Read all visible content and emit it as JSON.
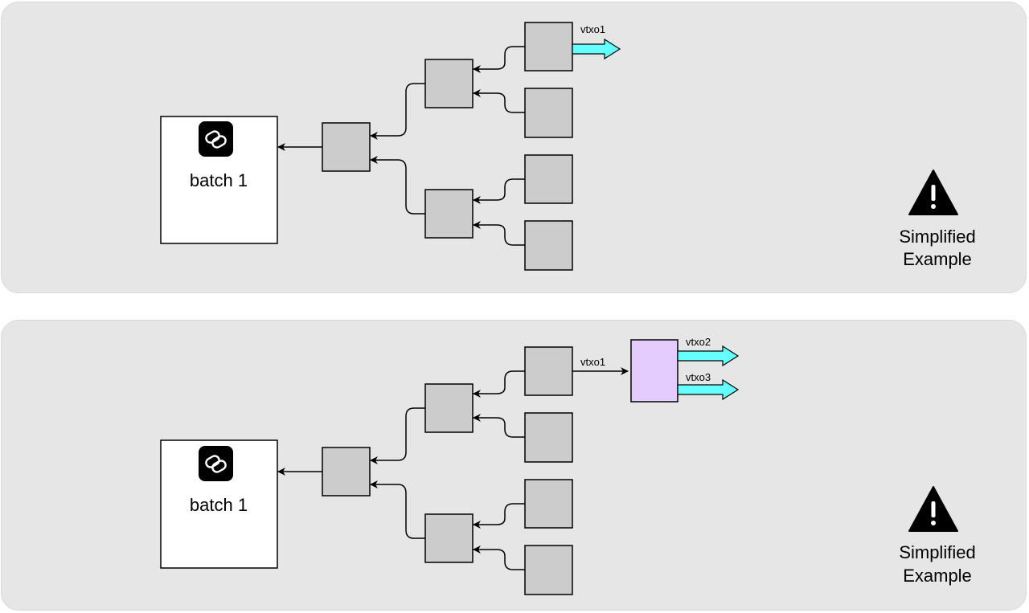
{
  "panels": [
    {
      "batch_label": "batch 1",
      "output_labels": [
        "vtxo1"
      ],
      "warning": {
        "line1": "Simplified",
        "line2": "Example"
      }
    },
    {
      "batch_label": "batch 1",
      "output_labels": [
        "vtxo1",
        "vtxo2",
        "vtxo3"
      ],
      "warning": {
        "line1": "Simplified",
        "line2": "Example"
      }
    }
  ],
  "colors": {
    "panel_background": "#e6e6e6",
    "node_fill": "#cccccc",
    "batch_fill": "#ffffff",
    "output_arrow": "#66ffff",
    "spend_node_fill": "#e5ccff",
    "logo_background": "#000000"
  },
  "icons": [
    "ark-link-logo-icon",
    "warning-triangle-icon"
  ]
}
